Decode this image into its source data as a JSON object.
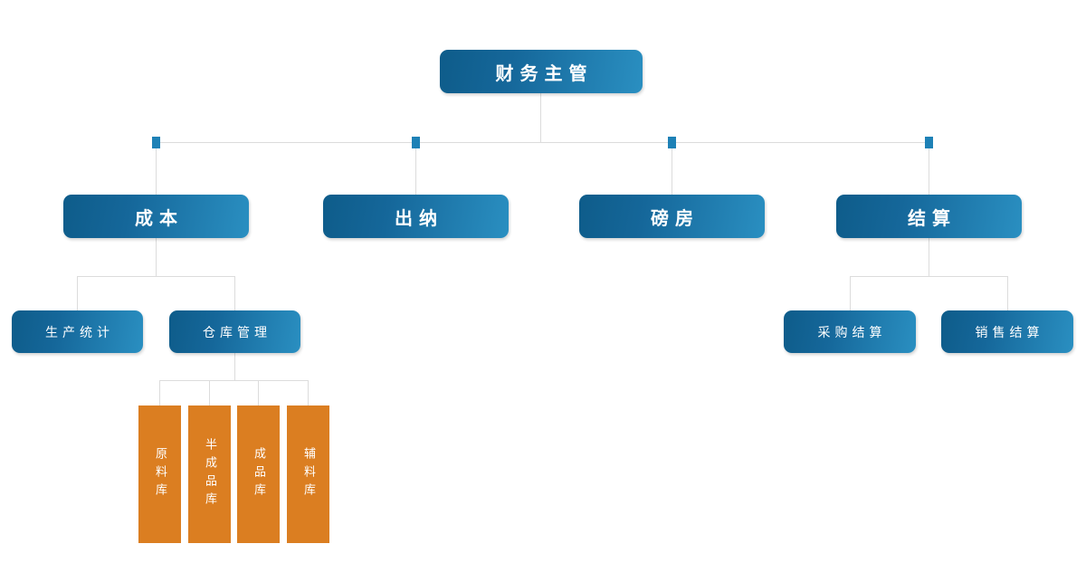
{
  "org_chart": {
    "root": {
      "label": "财务主管"
    },
    "departments": [
      {
        "label": "成本"
      },
      {
        "label": "出纳"
      },
      {
        "label": "磅房"
      },
      {
        "label": "结算"
      }
    ],
    "cost_children": [
      {
        "label": "生产统计"
      },
      {
        "label": "仓库管理"
      }
    ],
    "warehouse_children": [
      {
        "label": "原料库"
      },
      {
        "label": "半成品库"
      },
      {
        "label": "成品库"
      },
      {
        "label": "辅料库"
      }
    ],
    "settlement_children": [
      {
        "label": "采购结算"
      },
      {
        "label": "销售结算"
      }
    ],
    "colors": {
      "node_gradient_start": "#0e5c8a",
      "node_gradient_end": "#2a8fc1",
      "warehouse_node": "#db7e21",
      "connector_line": "#dcdcdc",
      "junction_marker": "#1e81b6",
      "node_text": "#ffffff",
      "background": "#ffffff"
    }
  }
}
